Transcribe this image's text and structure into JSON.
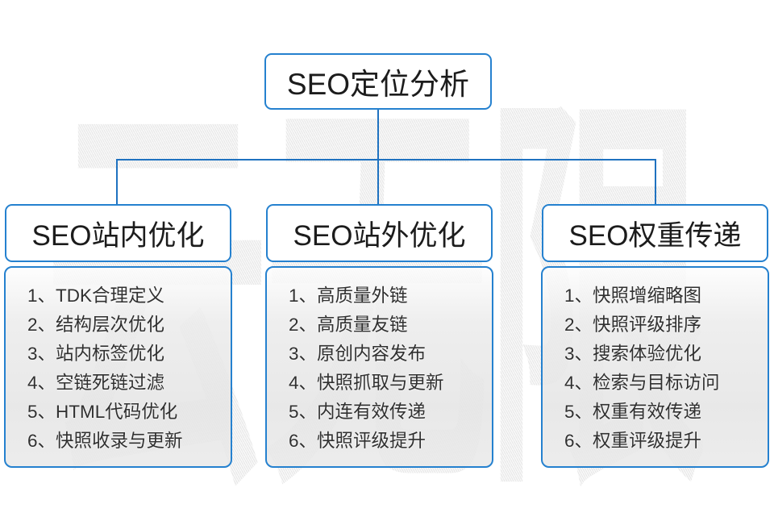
{
  "diagram": {
    "root": {
      "title": "SEO定位分析"
    },
    "branches": [
      {
        "title": "SEO站内优化",
        "items": [
          "1、TDK合理定义",
          "2、结构层次优化",
          "3、站内标签优化",
          "4、空链死链过滤",
          "5、HTML代码优化",
          "6、快照收录与更新"
        ]
      },
      {
        "title": "SEO站外优化",
        "items": [
          "1、高质量外链",
          "2、高质量友链",
          "3、原创内容发布",
          "4、快照抓取与更新",
          "5、内连有效传递",
          "6、快照评级提升"
        ]
      },
      {
        "title": "SEO权重传递",
        "items": [
          "1、快照增缩略图",
          "2、快照评级排序",
          "3、搜索体验优化",
          "4、检索与目标访问",
          "5、权重有效传递",
          "6、权重评级提升"
        ]
      }
    ],
    "watermark": {
      "text": "云无限"
    },
    "colors": {
      "accent_blue_border": "#2581cf",
      "connector_blue": "#1f72c0",
      "title_text": "#1c1c1c",
      "list_text": "#303030",
      "watermark_gray": "#e7e7e7"
    }
  }
}
